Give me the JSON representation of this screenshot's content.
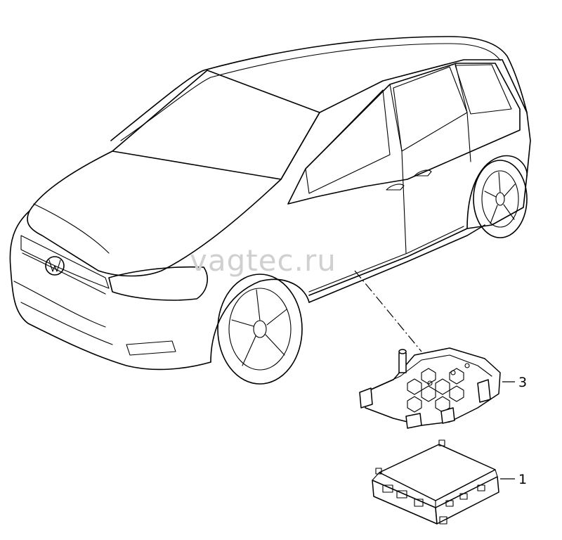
{
  "watermark": "vagtec.ru",
  "callouts": [
    {
      "id": "3",
      "label": "3"
    },
    {
      "id": "1",
      "label": "1"
    }
  ]
}
